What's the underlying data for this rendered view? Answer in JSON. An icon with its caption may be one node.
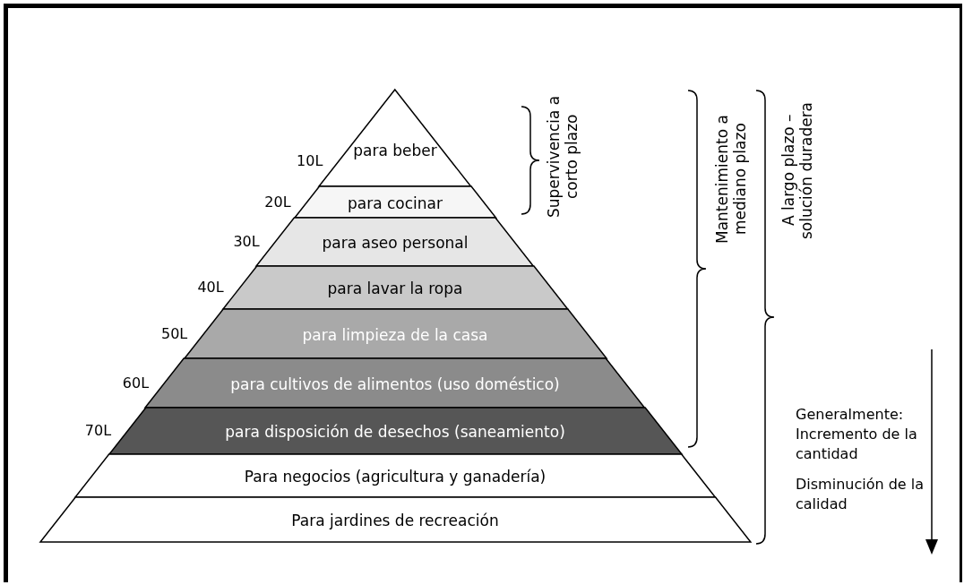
{
  "diagram": {
    "nodes": [
      {
        "text": [
          "para beber"
        ],
        "beside": [
          "10L"
        ]
      },
      {
        "text": [
          "para cocinar"
        ],
        "beside": [
          "20L"
        ]
      },
      {
        "text": [
          "para aseo personal"
        ],
        "beside": [
          "30L"
        ]
      },
      {
        "text": [
          "para lavar la ropa"
        ],
        "beside": [
          "40L"
        ]
      },
      {
        "text": [
          "para limpieza de la casa"
        ],
        "beside": [
          "50L"
        ]
      },
      {
        "text": [
          "para cultivos de alimentos (uso doméstico)"
        ],
        "beside": [
          "60L"
        ]
      },
      {
        "text": [
          "para disposición de desechos (saneamiento)"
        ],
        "beside": [
          "70L"
        ]
      },
      {
        "text": [
          "Para negocios (agricultura y ganadería)"
        ]
      },
      {
        "text": [
          "Para jardines de recreación"
        ]
      }
    ],
    "edges": [],
    "labels": [
      "Supervivencia a corto plazo",
      "Mantenimiento a mediano plazo",
      "A largo plazo – solución duradera",
      "Generalmente: Incremento de la cantidad",
      "Disminución de la calidad"
    ]
  }
}
